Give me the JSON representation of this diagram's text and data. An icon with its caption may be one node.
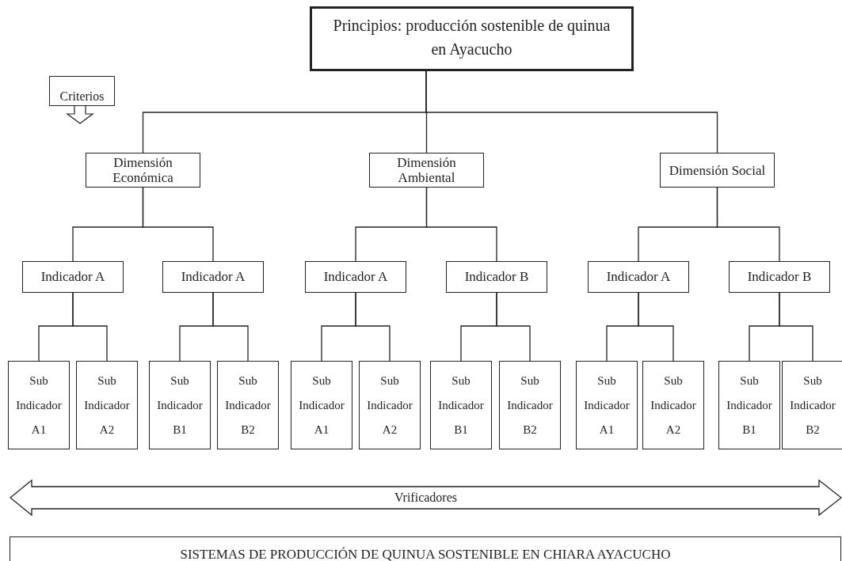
{
  "diagram": {
    "nodes": [
      {
        "text": [
          "Principios: producción sostenible de quinua en Ayacucho"
        ]
      },
      {
        "text": [
          "Criterios"
        ]
      },
      {
        "text": [
          "Dimensión Económica"
        ]
      },
      {
        "text": [
          "Dimensión Ambiental"
        ]
      },
      {
        "text": [
          "Dimensión Social"
        ]
      },
      {
        "text": [
          "Indicador A"
        ]
      },
      {
        "text": [
          "Indicador A"
        ]
      },
      {
        "text": [
          "Indicador A"
        ]
      },
      {
        "text": [
          "Indicador B"
        ]
      },
      {
        "text": [
          "Indicador A"
        ]
      },
      {
        "text": [
          "Indicador B"
        ]
      },
      {
        "text": [
          "Sub Indicador A1"
        ]
      },
      {
        "text": [
          "Sub Indicador A2"
        ]
      },
      {
        "text": [
          "Sub Indicador B1"
        ]
      },
      {
        "text": [
          "Sub Indicador B2"
        ]
      },
      {
        "text": [
          "Sub Indicador A1"
        ]
      },
      {
        "text": [
          "Sub Indicador A2"
        ]
      },
      {
        "text": [
          "Sub Indicador B1"
        ]
      },
      {
        "text": [
          "Sub Indicador B2"
        ]
      },
      {
        "text": [
          "Sub Indicador A1"
        ]
      },
      {
        "text": [
          "Sub Indicador A2"
        ]
      },
      {
        "text": [
          "Sub Indicador B1"
        ]
      },
      {
        "text": [
          "Sub Indicador B2"
        ]
      },
      {
        "text": [
          "Vrificadores"
        ]
      },
      {
        "text": [
          "SISTEMAS DE PRODUCCIÓN DE QUINUA SOSTENIBLE EN CHIARA AYACUCHO"
        ]
      }
    ],
    "edges": [
      {
        "from": 0,
        "to": 2,
        "arrow": "none"
      },
      {
        "from": 0,
        "to": 3,
        "arrow": "none"
      },
      {
        "from": 0,
        "to": 4,
        "arrow": "none"
      },
      {
        "from": 2,
        "to": 5,
        "arrow": "none"
      },
      {
        "from": 2,
        "to": 6,
        "arrow": "none"
      },
      {
        "from": 3,
        "to": 7,
        "arrow": "none"
      },
      {
        "from": 3,
        "to": 8,
        "arrow": "none"
      },
      {
        "from": 4,
        "to": 9,
        "arrow": "none"
      },
      {
        "from": 4,
        "to": 10,
        "arrow": "none"
      },
      {
        "from": 5,
        "to": 11,
        "arrow": "none"
      },
      {
        "from": 5,
        "to": 12,
        "arrow": "none"
      },
      {
        "from": 6,
        "to": 13,
        "arrow": "none"
      },
      {
        "from": 6,
        "to": 14,
        "arrow": "none"
      },
      {
        "from": 7,
        "to": 15,
        "arrow": "none"
      },
      {
        "from": 7,
        "to": 16,
        "arrow": "none"
      },
      {
        "from": 8,
        "to": 17,
        "arrow": "none"
      },
      {
        "from": 8,
        "to": 18,
        "arrow": "none"
      },
      {
        "from": 9,
        "to": 19,
        "arrow": "none"
      },
      {
        "from": 9,
        "to": 20,
        "arrow": "none"
      },
      {
        "from": 10,
        "to": 21,
        "arrow": "none"
      },
      {
        "from": 10,
        "to": 22,
        "arrow": "none"
      }
    ]
  }
}
